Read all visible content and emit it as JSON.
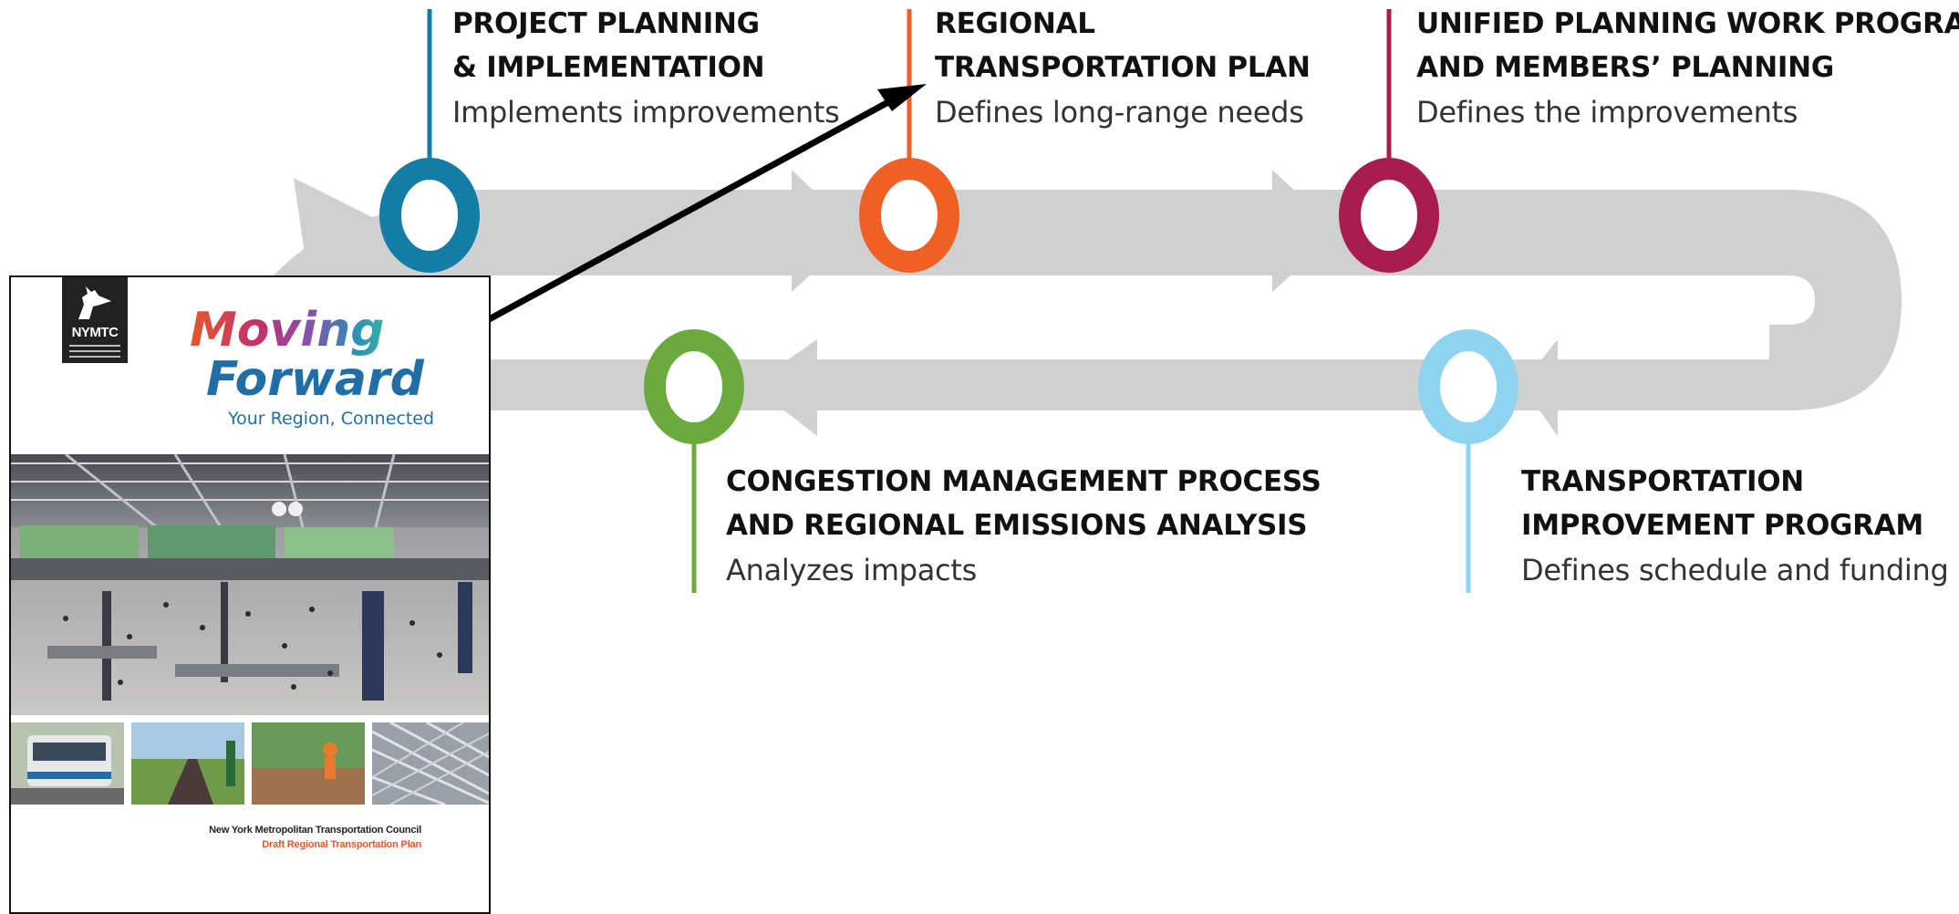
{
  "colors": {
    "track": "#d0d0d0",
    "project": "#127ea6",
    "regional": "#f05f24",
    "upwp": "#a81c4e",
    "cmp": "#6bab3e",
    "tip": "#8ed3ef",
    "pointer": "#000000"
  },
  "stages": {
    "project": {
      "title1": "PROJECT PLANNING",
      "title2": "& IMPLEMENTATION",
      "desc": "Implements improvements"
    },
    "regional": {
      "title1": "REGIONAL",
      "title2": "TRANSPORTATION PLAN",
      "desc": "Defines long-range needs"
    },
    "upwp": {
      "title1": "UNIFIED PLANNING WORK PROGRAM",
      "title2": "AND MEMBERS’ PLANNING",
      "desc": "Defines the improvements"
    },
    "cmp": {
      "title1": "CONGESTION MANAGEMENT PROCESS",
      "title2": "AND REGIONAL EMISSIONS ANALYSIS",
      "desc": "Analyzes impacts"
    },
    "tip": {
      "title1": "TRANSPORTATION",
      "title2": "IMPROVEMENT PROGRAM",
      "desc": "Defines schedule and funding"
    }
  },
  "cover": {
    "logo": "NYMTC",
    "title_line1": "Moving",
    "title_line2": "Forward",
    "subtitle": "Your Region, Connected",
    "org": "New York Metropolitan Transportation Council",
    "doc": "Draft Regional Transportation Plan"
  }
}
